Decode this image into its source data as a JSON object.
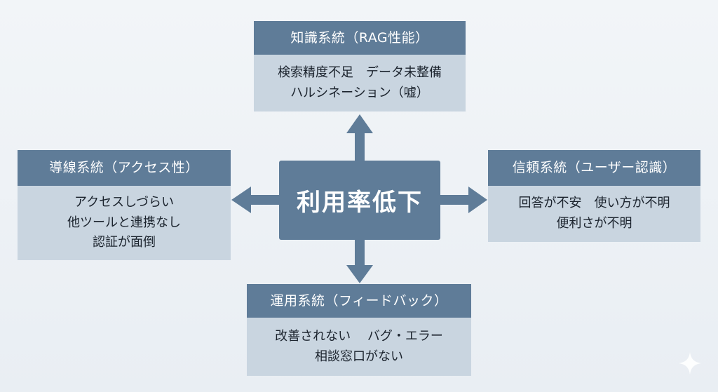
{
  "center": {
    "label": "利用率低下"
  },
  "boxes": {
    "top": {
      "title": "知識系統（RAG性能）",
      "lines": [
        "検索精度不足　データ未整備",
        "ハルシネーション（嘘）"
      ]
    },
    "left": {
      "title": "導線系統（アクセス性）",
      "lines": [
        "アクセスしづらい",
        "他ツールと連携なし",
        "認証が面倒"
      ]
    },
    "right": {
      "title": "信頼系統（ユーザー認識）",
      "lines": [
        "回答が不安　使い方が不明",
        "便利さが不明"
      ]
    },
    "bottom": {
      "title": "運用系統（フィードバック）",
      "lines": [
        "改善されない　 バグ・エラー",
        "相談窓口がない"
      ]
    }
  },
  "colors": {
    "header": "#5f7c98",
    "body": "#c9d5e0",
    "arrow": "#5f7c98",
    "background": "#eef2f6"
  },
  "icons": {
    "corner": "sparkle-icon"
  }
}
